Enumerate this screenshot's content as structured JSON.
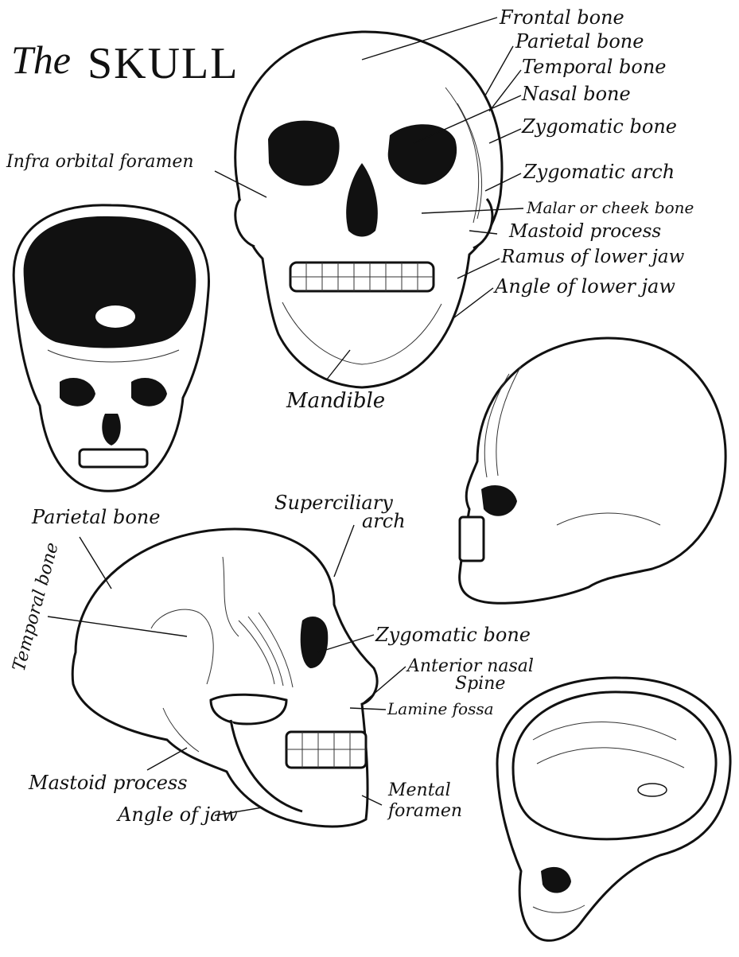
{
  "title": {
    "prefix": "The",
    "main": "SKULL"
  },
  "colors": {
    "ink": "#111111",
    "paper": "#ffffff"
  },
  "front_labels": {
    "frontal_bone": "Frontal bone",
    "parietal_bone": "Parietal bone",
    "temporal_bone": "Temporal bone",
    "nasal_bone": "Nasal bone",
    "zygomatic_bone": "Zygomatic bone",
    "infra_orbital_foramen": "Infra orbital foramen",
    "zygomatic_arch": "Zygomatic arch",
    "malar_bone": "Malar or cheek bone",
    "mastoid_process": "Mastoid process",
    "ramus": "Ramus of lower jaw",
    "angle_lower_jaw": "Angle of lower jaw",
    "mandible": "Mandible"
  },
  "side_labels": {
    "parietal_bone": "Parietal bone",
    "superciliary_arch_1": "Superciliary",
    "superciliary_arch_2": "arch",
    "temporal_bone": "Temporal bone",
    "zygomatic_bone": "Zygomatic bone",
    "anterior_nasal_1": "Anterior nasal",
    "anterior_nasal_2": "Spine",
    "lamine_fossa": "Lamine fossa",
    "mastoid_process": "Mastoid process",
    "mental_foramen_1": "Mental",
    "mental_foramen_2": "foramen",
    "angle_of_jaw": "Angle of jaw"
  }
}
